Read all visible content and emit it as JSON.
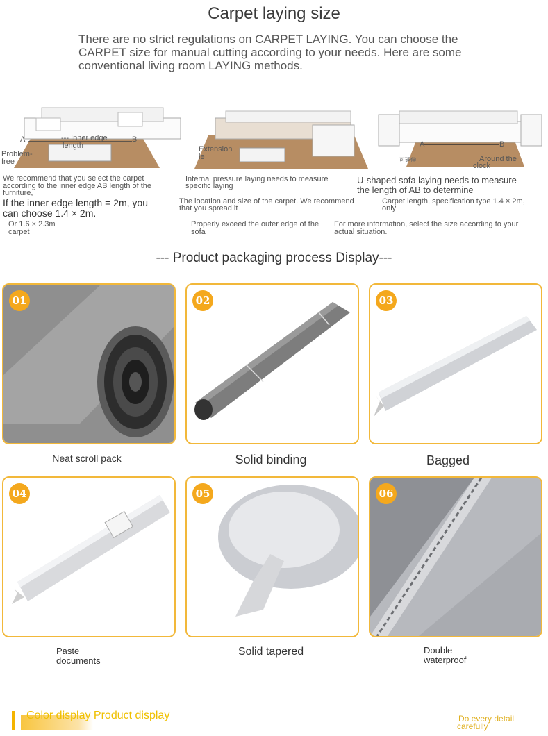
{
  "header": {
    "title": "Carpet laying size",
    "intro": "There are no strict regulations on CARPET LAYING. You can choose the CARPET size for manual cutting according to your needs. Here are some conventional living room LAYING methods."
  },
  "diagrams": [
    {
      "labels": {
        "a": "A",
        "b": "B",
        "inner_edge": "--- Inner edge",
        "length": "length",
        "problem": "Problem-",
        "free": "free"
      },
      "lines": [
        "We recommend that you select the carpet",
        "according to the inner edge AB length of the",
        "furniture,",
        "If the inner edge length = 2m, you",
        "can choose 1.4 × 2m.",
        "Or 1.6 × 2.3m",
        "carpet"
      ]
    },
    {
      "labels": {
        "extension_1": "Extension",
        "extension_2": "le"
      },
      "lines": [
        "Internal pressure laying needs to measure",
        "specific laying",
        "The location and size of the carpet. We recommend",
        "that you spread it",
        "Properly exceed the outer edge of the",
        "sofa"
      ]
    },
    {
      "labels": {
        "a": "A",
        "b": "B",
        "clock_1": "Around the",
        "clock_2": "clock",
        "small_mark": "可延伸"
      },
      "lines": [
        "U-shaped sofa laying needs to measure",
        "the length of AB to determine",
        "Carpet length, specification type 1.4 × 2m,",
        "only",
        "For more information, select the size according to your",
        "actual situation."
      ]
    }
  ],
  "packaging": {
    "section_title": "--- Product packaging process Display---",
    "steps": [
      {
        "number": "01",
        "caption": "Neat scroll pack"
      },
      {
        "number": "02",
        "caption": "Solid binding"
      },
      {
        "number": "03",
        "caption": "Bagged"
      },
      {
        "number": "04",
        "caption_lines": [
          "Paste",
          "documents"
        ]
      },
      {
        "number": "05",
        "caption": "Solid tapered"
      },
      {
        "number": "06",
        "caption_lines": [
          "Double",
          "waterproof"
        ]
      }
    ]
  },
  "footer": {
    "title": "Color display Product display",
    "note_lines": [
      "Do every detail",
      "carefully"
    ]
  },
  "colors": {
    "accent": "#f4a81d",
    "card_border": "#f2b83a",
    "rug": "#b78d63"
  }
}
